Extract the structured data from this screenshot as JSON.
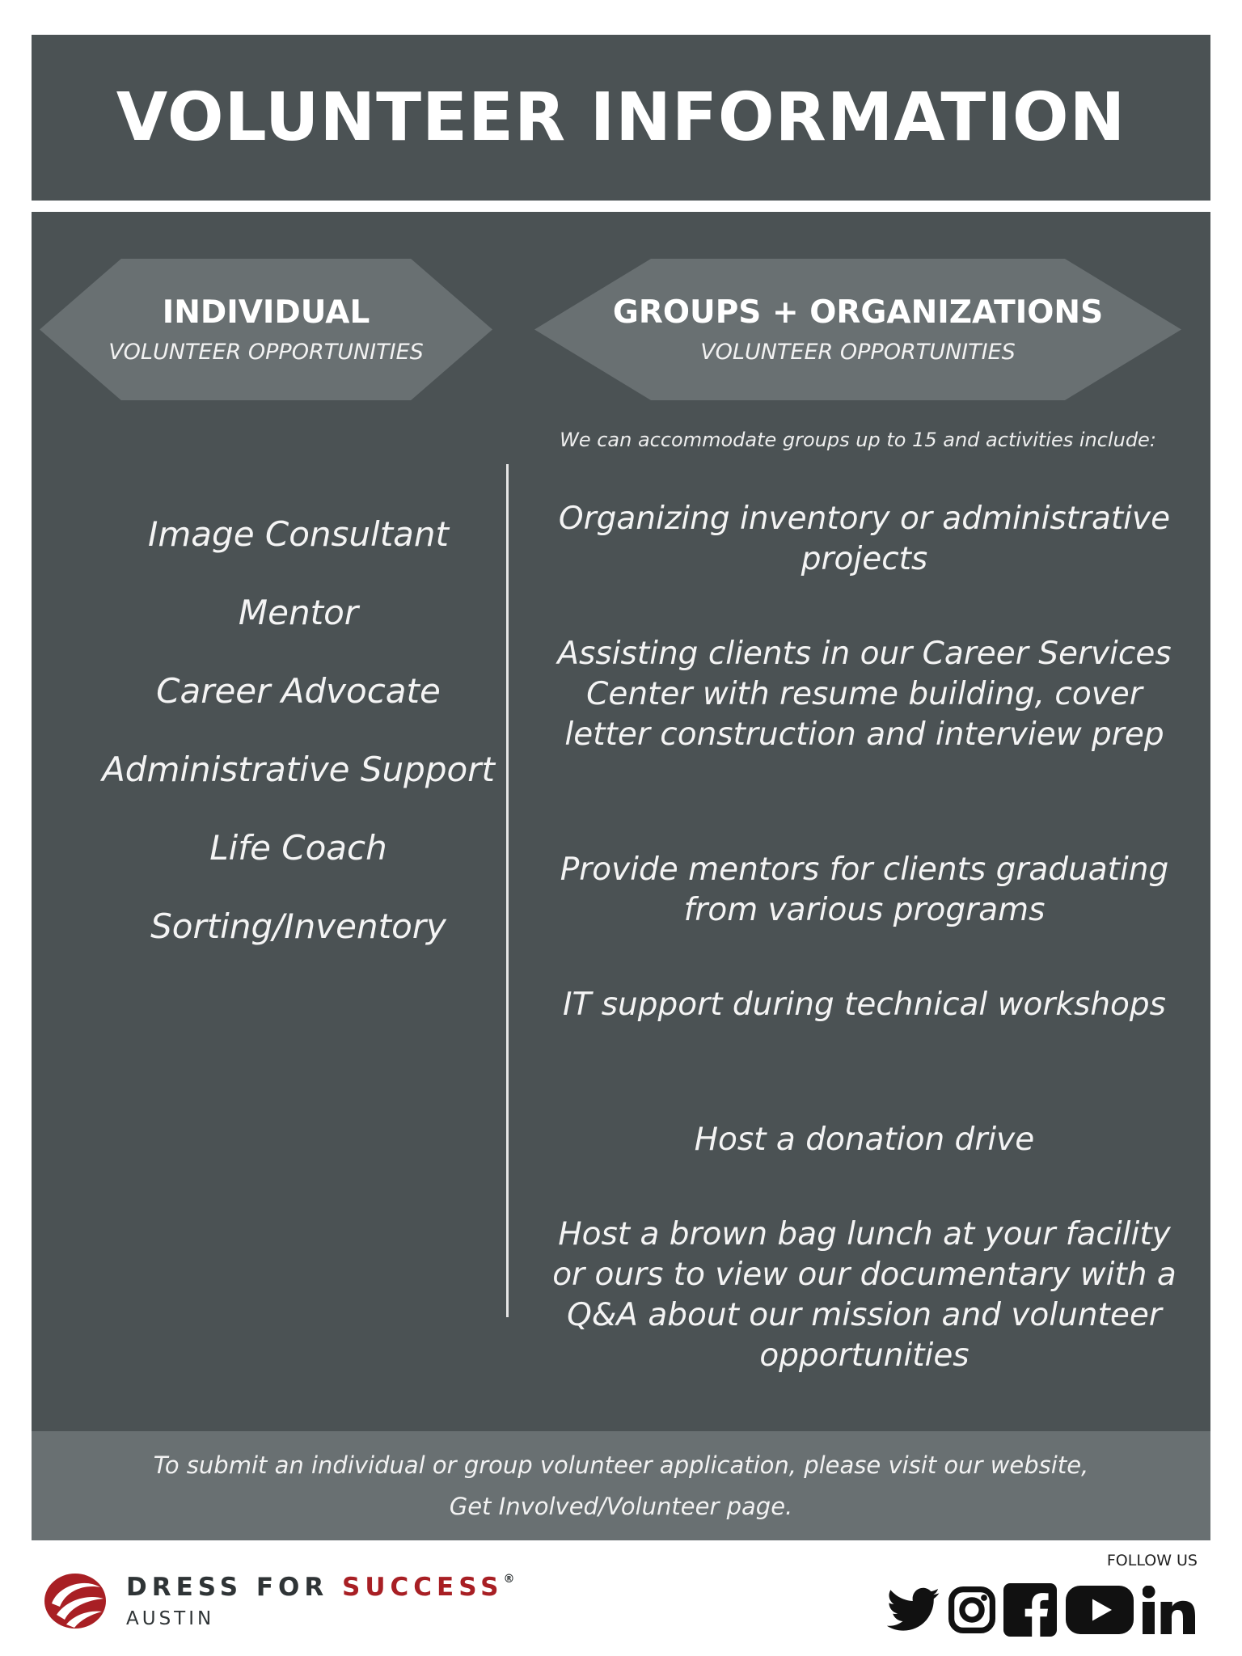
{
  "header": {
    "title": "VOLUNTEER INFORMATION"
  },
  "individual": {
    "title": "INDIVIDUAL",
    "subtitle": "VOLUNTEER OPPORTUNITIES",
    "items": [
      "Image Consultant",
      "Mentor",
      "Career Advocate",
      "Administrative Support",
      "Life Coach",
      "Sorting/Inventory"
    ]
  },
  "groups": {
    "title": "GROUPS + ORGANIZATIONS",
    "subtitle": "VOLUNTEER OPPORTUNITIES",
    "intro": "We can accommodate groups up to 15 and activities include:",
    "items": [
      "Organizing inventory or administrative projects",
      "Assisting clients in our Career Services Center with resume building, cover letter construction and interview prep",
      "Provide mentors for clients graduating from various programs",
      "IT support during technical workshops",
      "Host a donation drive",
      "Host a brown bag lunch at your facility or ours to view our documentary with a Q&A about our mission and volunteer opportunities"
    ]
  },
  "footer": {
    "line1": "To submit an individual or group volunteer application, please visit our website,",
    "line2": "Get Involved/Volunteer page."
  },
  "logo": {
    "part1": "DRESS FOR",
    "part2": "SUCCESS",
    "registered": "®",
    "city": "AUSTIN"
  },
  "social": {
    "label": "FOLLOW US",
    "icons": [
      "twitter-icon",
      "instagram-icon",
      "facebook-icon",
      "youtube-icon",
      "linkedin-icon"
    ]
  },
  "colors": {
    "panel": "#4b5254",
    "panel_light": "#697072",
    "brand_red": "#a81f24",
    "brand_dark": "#2f3436"
  }
}
